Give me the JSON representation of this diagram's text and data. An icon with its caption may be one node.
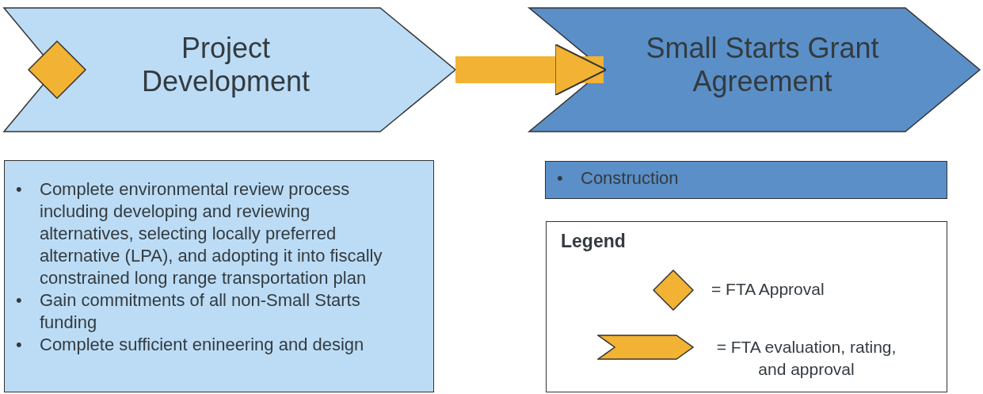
{
  "diagram": {
    "nodes": [
      {
        "text": [
          "Project Development"
        ]
      },
      {
        "text": [],
        "shape": "diamond",
        "in": 0
      },
      {
        "text": [
          "Small Starts Grant Agreement"
        ]
      },
      {
        "text": [
          "• Complete environmental review process including developing and reviewing alternatives, selecting locally preferred alternative (LPA), and adopting it into fiscally constrained long range transportation plan",
          "• Gain commitments of all non-Small Starts funding",
          "• Complete sufficient enineering and design"
        ]
      },
      {
        "text": [
          "• Construction"
        ]
      }
    ],
    "edges": [
      {
        "from": 0,
        "to": 2,
        "arrow": "to"
      }
    ],
    "labels": [
      "Legend"
    ],
    "legend": [
      {
        "text": "= FTA Approval"
      },
      {
        "text": "= FTA evaluation, rating, and approval"
      }
    ]
  }
}
